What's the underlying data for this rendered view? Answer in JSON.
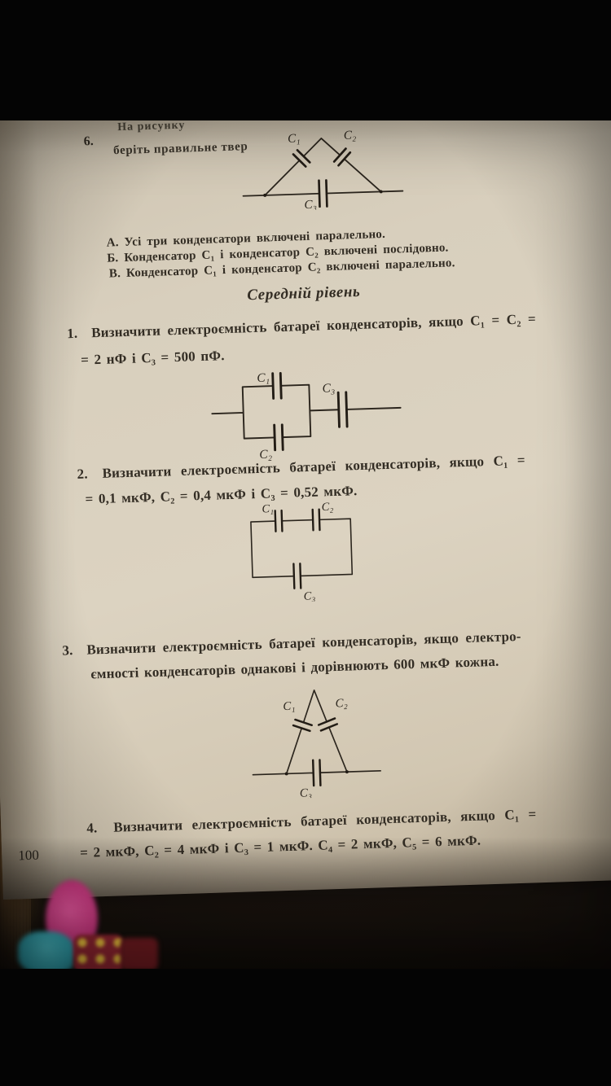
{
  "book": {
    "fragment": {
      "number": "6.",
      "line1": "На рисунку",
      "line2": "беріть правильне твер"
    },
    "answers": {
      "a": "А. Усі три конденсатори включені паралельно.",
      "b": "Б. Конденсатор C₁ і конденсатор C₂ включені послідовно.",
      "v": "В. Конденсатор C₁ і конденсатор C₂ включені паралельно."
    },
    "heading": "Середній рівень",
    "problems": {
      "p1": {
        "num": "1.",
        "l1": "Визначити електроємність батареї конденсаторів, якщо C₁ = C₂ =",
        "l2": "= 2 нФ і C₃ = 500 пФ."
      },
      "p2": {
        "num": "2.",
        "l1": "Визначити електроємність батареї конденсаторів, якщо C₁ =",
        "l2": "= 0,1 мкФ, C₂ = 0,4 мкФ і C₃ = 0,52 мкФ."
      },
      "p3": {
        "num": "3.",
        "l1": "Визначити електроємність батареї конденсаторів, якщо електро-",
        "l2": "ємності конденсаторів однакові і дорівнюють 600 мкФ кожна."
      },
      "p4": {
        "num": "4.",
        "l1": "Визначити електроємність батареї конденсаторів, якщо C₁ =",
        "l2": "= 2 мкФ, C₂ = 4 мкФ і C₃ = 1 мкФ. C₄ = 2 мкФ, C₅ = 6 мкФ."
      }
    },
    "page_number": "100",
    "labels": {
      "c1": "C₁",
      "c2": "C₂",
      "c3": "C₃"
    }
  },
  "colors": {
    "paper": "#d8cfbd",
    "ink": "#332d24",
    "page_edge": "#c59d68",
    "blob_pink": "#c2347a",
    "blob_teal": "#2e9aa6",
    "blob_yellow": "#e3bb3a",
    "blob_red": "#6b1a1f"
  }
}
